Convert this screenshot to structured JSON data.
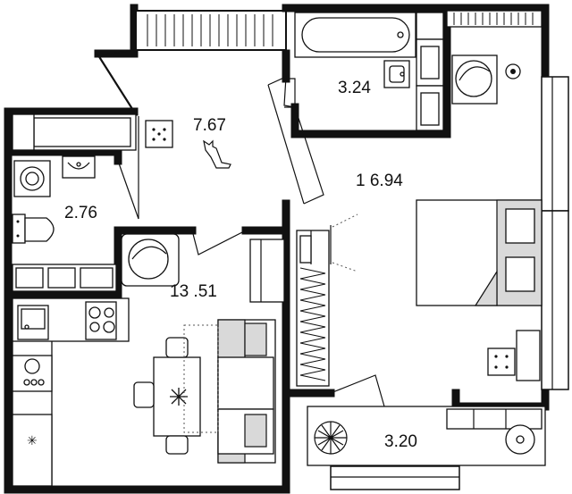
{
  "floor_plan": {
    "rooms": [
      {
        "id": "hallway",
        "area_label": "7.67"
      },
      {
        "id": "bathroom",
        "area_label": "3.24"
      },
      {
        "id": "wc",
        "area_label": "2.76"
      },
      {
        "id": "bedroom",
        "area_label": "1 6.94"
      },
      {
        "id": "kitchen-living",
        "area_label": "13 .51"
      },
      {
        "id": "balcony",
        "area_label": "3.20"
      }
    ]
  }
}
